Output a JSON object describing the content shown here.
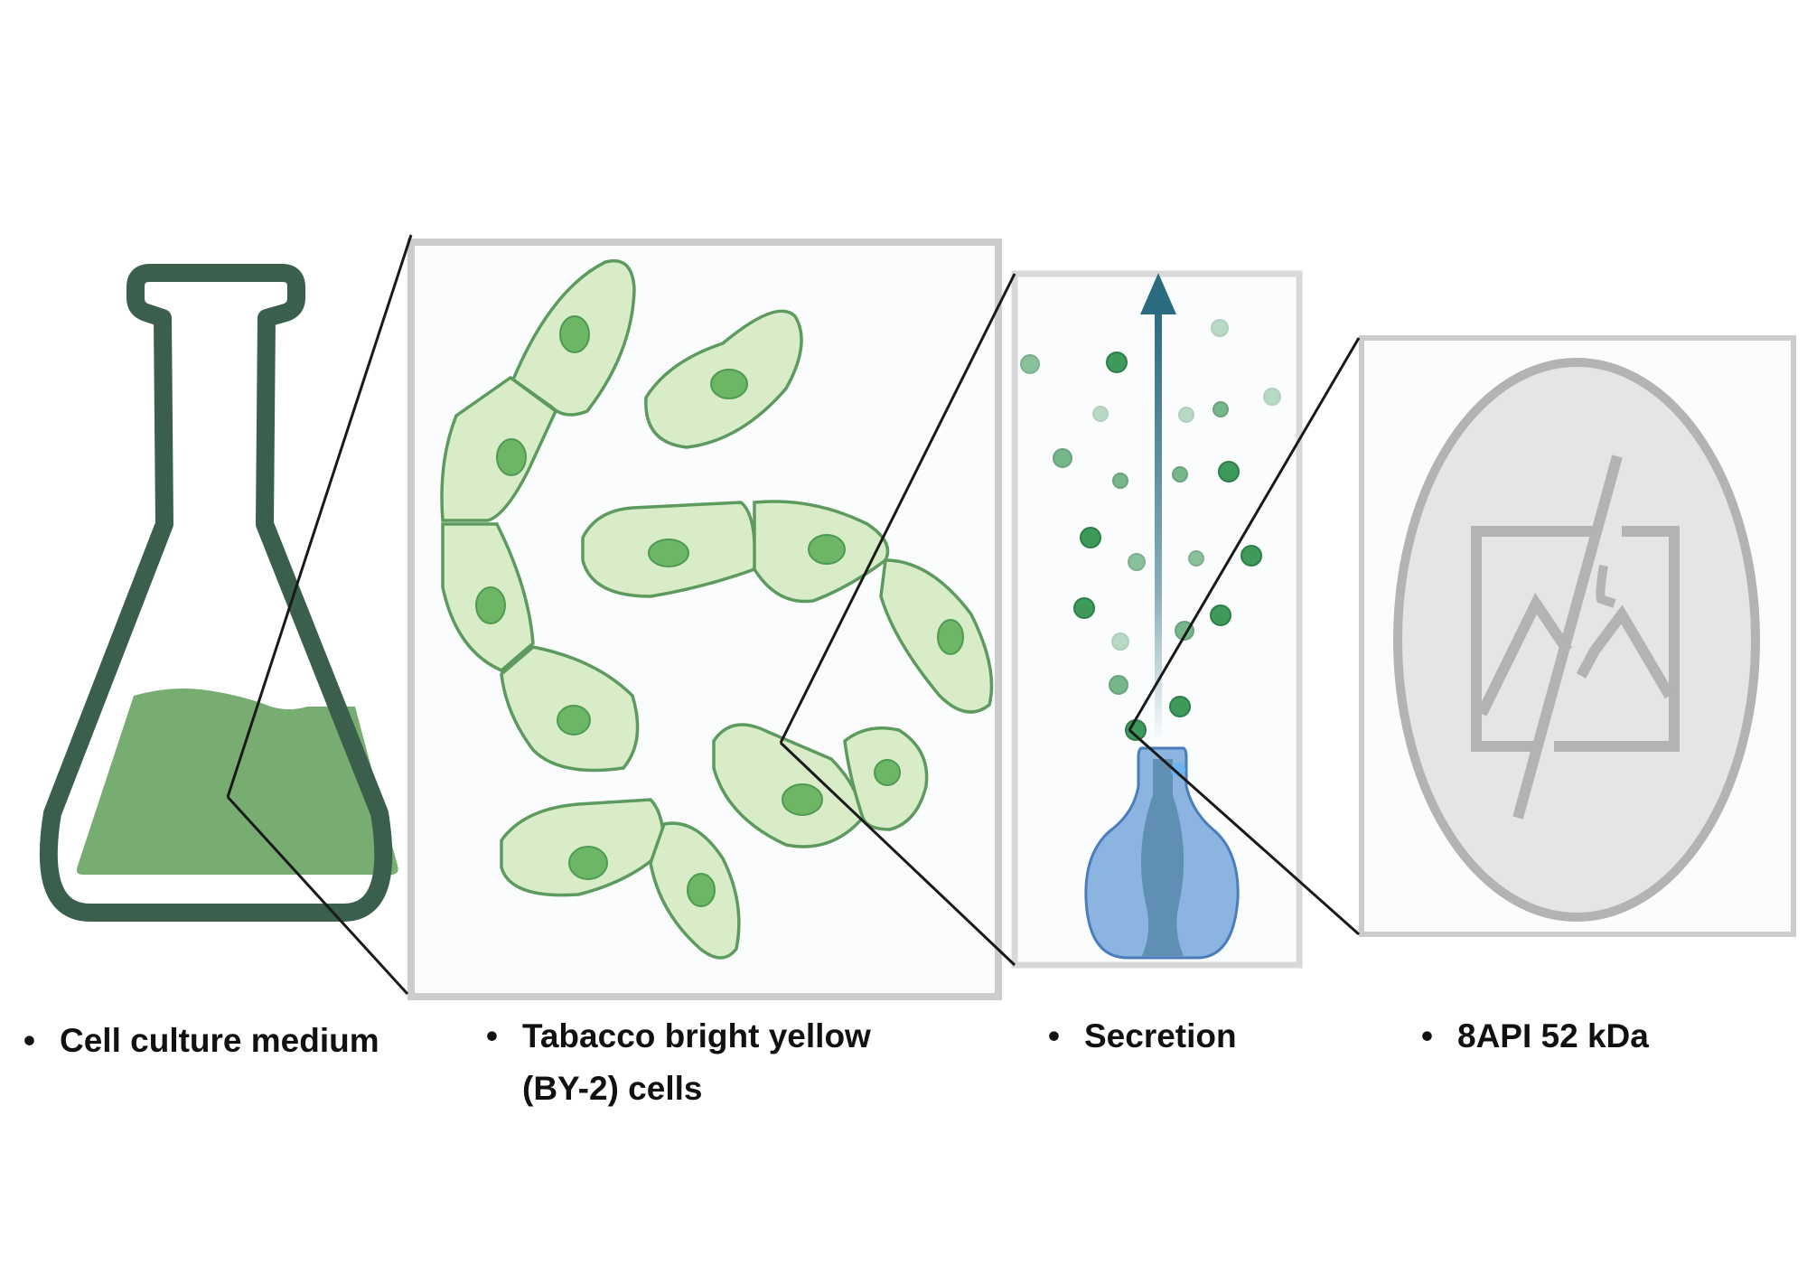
{
  "labels": {
    "bullet": "•",
    "medium": "Cell culture medium",
    "cells_line1": "Tabacco bright yellow",
    "cells_line2": "(BY-2) cells",
    "secretion": "Secretion",
    "protein": "8API 52 kDa"
  },
  "icons": {
    "flask": "erlenmeyer-flask-icon",
    "cells": "plant-cell-icon",
    "secretion_arrow": "arrow-up-icon",
    "vessel": "secretory-vessel-icon",
    "placeholder": "broken-image-icon"
  },
  "colors": {
    "flask_outline": "#3a5f4c",
    "medium": "#78ad72",
    "cell_fill": "#d8ecc8",
    "cell_stroke": "#5c9a5e",
    "nucleus": "#6cb665",
    "vesicle": "#3e9a5a",
    "arrow": "#2a6b80",
    "vessel": "#8bb4e0",
    "vessel_core": "#5f8fb2",
    "panel_border": "#cccccc",
    "placeholder_fill": "#e4e5e7",
    "placeholder_stroke": "#b3b3b3"
  }
}
